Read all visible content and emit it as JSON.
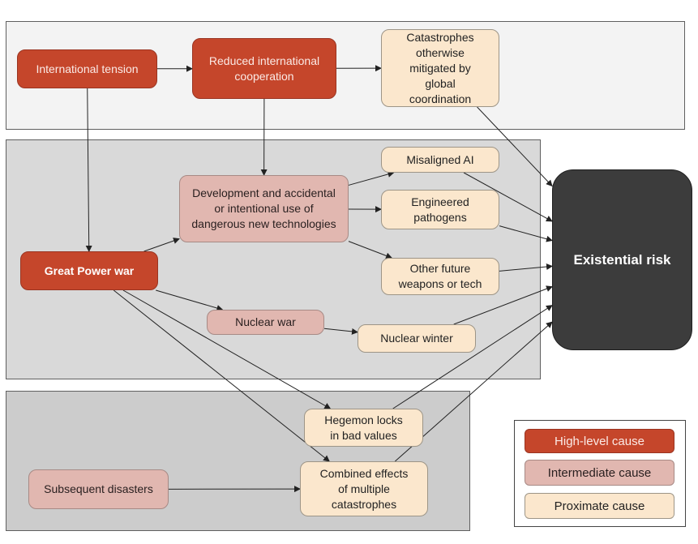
{
  "colors": {
    "high": "#c5462b",
    "intermediate": "#e1b7b0",
    "proximate": "#fbe7cd",
    "existential": "#3c3c3c",
    "band_top": "#f3f3f3",
    "band_mid": "#d9d9d9",
    "band_bottom": "#cccccc",
    "edge": "#222222"
  },
  "nodes": {
    "international_tension": "International tension",
    "reduced_cooperation": "Reduced international cooperation",
    "catastrophes_mitigated": "Catastrophes otherwise mitigated by global coordination",
    "misaligned_ai": "Misaligned AI",
    "engineered_pathogens": "Engineered pathogens",
    "other_weapons": "Other future weapons or tech",
    "development_tech": "Development and accidental or intentional use of dangerous new technologies",
    "great_power_war": "Great Power war",
    "nuclear_war": "Nuclear war",
    "nuclear_winter": "Nuclear winter",
    "existential_risk": "Existential risk",
    "hegemon": "Hegemon locks in bad values",
    "combined_effects": "Combined effects of multiple catastrophes",
    "subsequent_disasters": "Subsequent disasters"
  },
  "legend": {
    "high": "High-level cause",
    "intermediate": "Intermediate cause",
    "proximate": "Proximate cause"
  },
  "edges": [
    [
      "international_tension",
      "reduced_cooperation"
    ],
    [
      "reduced_cooperation",
      "catastrophes_mitigated"
    ],
    [
      "international_tension",
      "great_power_war"
    ],
    [
      "reduced_cooperation",
      "development_tech"
    ],
    [
      "great_power_war",
      "development_tech"
    ],
    [
      "development_tech",
      "misaligned_ai"
    ],
    [
      "development_tech",
      "engineered_pathogens"
    ],
    [
      "development_tech",
      "other_weapons"
    ],
    [
      "great_power_war",
      "nuclear_war"
    ],
    [
      "nuclear_war",
      "nuclear_winter"
    ],
    [
      "great_power_war",
      "hegemon"
    ],
    [
      "great_power_war",
      "combined_effects"
    ],
    [
      "subsequent_disasters",
      "combined_effects"
    ],
    [
      "catastrophes_mitigated",
      "existential_risk"
    ],
    [
      "misaligned_ai",
      "existential_risk"
    ],
    [
      "engineered_pathogens",
      "existential_risk"
    ],
    [
      "other_weapons",
      "existential_risk"
    ],
    [
      "nuclear_winter",
      "existential_risk"
    ],
    [
      "hegemon",
      "existential_risk"
    ],
    [
      "combined_effects",
      "existential_risk"
    ]
  ]
}
